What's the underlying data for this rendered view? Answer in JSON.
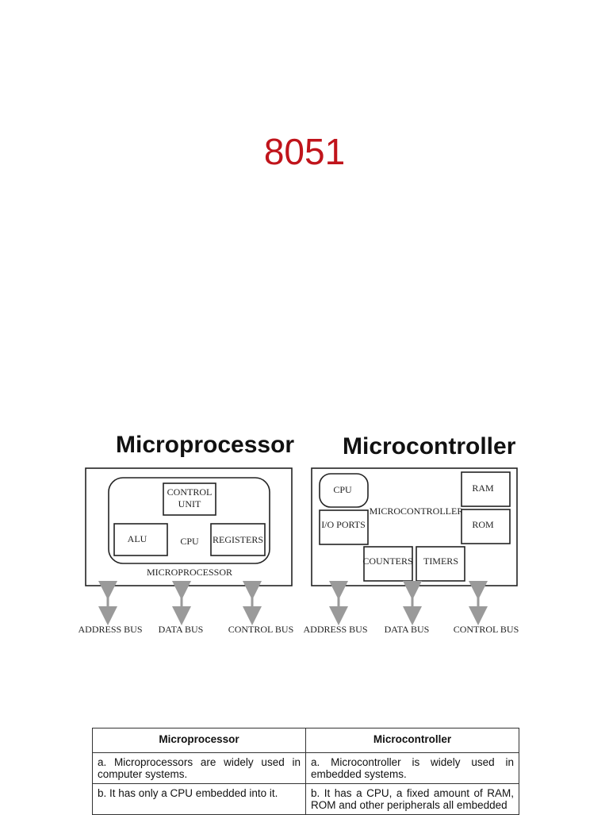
{
  "page": {
    "title": "8051"
  },
  "diagram": {
    "microprocessor": {
      "heading": "Microprocessor",
      "control_unit_line1": "CONTROL",
      "control_unit_line2": "UNIT",
      "alu": "ALU",
      "cpu": "CPU",
      "registers": "REGISTERS",
      "caption": "MICROPROCESSOR",
      "buses": [
        "ADDRESS BUS",
        "DATA BUS",
        "CONTROL BUS"
      ]
    },
    "microcontroller": {
      "heading": "Microcontroller",
      "cpu": "CPU",
      "ram": "RAM",
      "rom": "ROM",
      "io_ports": "I/O PORTS",
      "label": "MICROCONTROLLER",
      "counters": "COUNTERS",
      "timers": "TIMERS",
      "buses": [
        "ADDRESS BUS",
        "DATA BUS",
        "CONTROL BUS"
      ]
    }
  },
  "table": {
    "headers": [
      "Microprocessor",
      "Microcontroller"
    ],
    "rows": [
      [
        "a. Microprocessors are widely used in computer systems.",
        "a. Microcontroller is widely used in embedded systems."
      ],
      [
        "b. It has only a CPU embedded into it.",
        "b. It has a CPU, a fixed amount of RAM, ROM and other peripherals all embedded"
      ]
    ]
  }
}
